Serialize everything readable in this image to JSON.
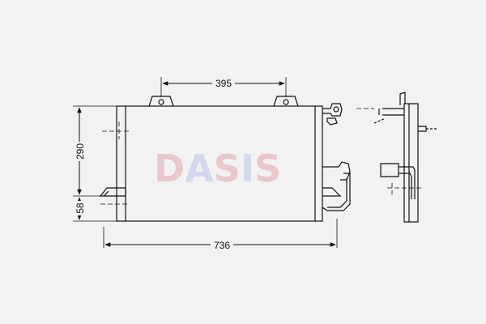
{
  "watermark": {
    "text": "DASIS",
    "colors": [
      "#e8c8cc",
      "#d4d8ec",
      "#e8c8cc",
      "#d4d8ec",
      "#e8c8cc"
    ]
  },
  "dimensions": {
    "mount_spacing": "395",
    "core_height": "290",
    "bottom_offset": "58",
    "overall_width": "736"
  },
  "colors": {
    "line": "#111111",
    "background": "#f2f2f2"
  }
}
